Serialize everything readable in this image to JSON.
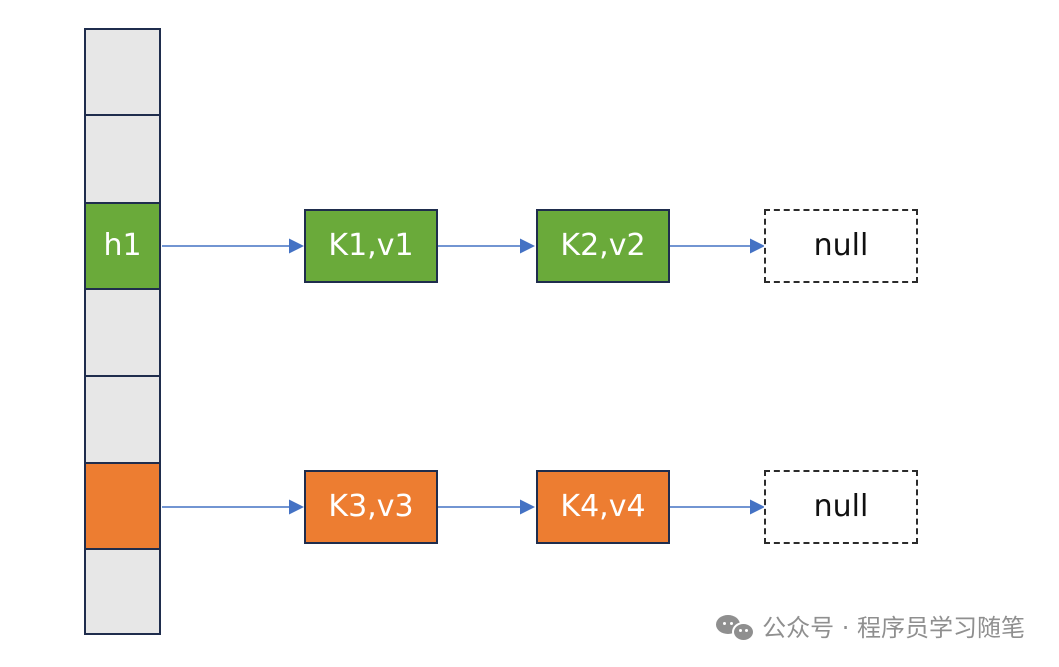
{
  "diagram": {
    "table_bucket_label": "h1",
    "chains": [
      {
        "color": "#6aaa3a",
        "nodes": [
          "K1,v1",
          "K2,v2"
        ],
        "terminal": "null"
      },
      {
        "color": "#ed7d31",
        "nodes": [
          "K3,v3",
          "K4,v4"
        ],
        "terminal": "null"
      }
    ],
    "colors": {
      "bucket_empty": "#e7e7e7",
      "outline": "#1f2d4d",
      "arrow": "#4472c4",
      "green": "#6aaa3a",
      "orange": "#ed7d31",
      "watermark": "#8f8f8f"
    },
    "icons": [
      "wechat-icon"
    ]
  },
  "watermark": {
    "text": "公众号 · 程序员学习随笔"
  }
}
